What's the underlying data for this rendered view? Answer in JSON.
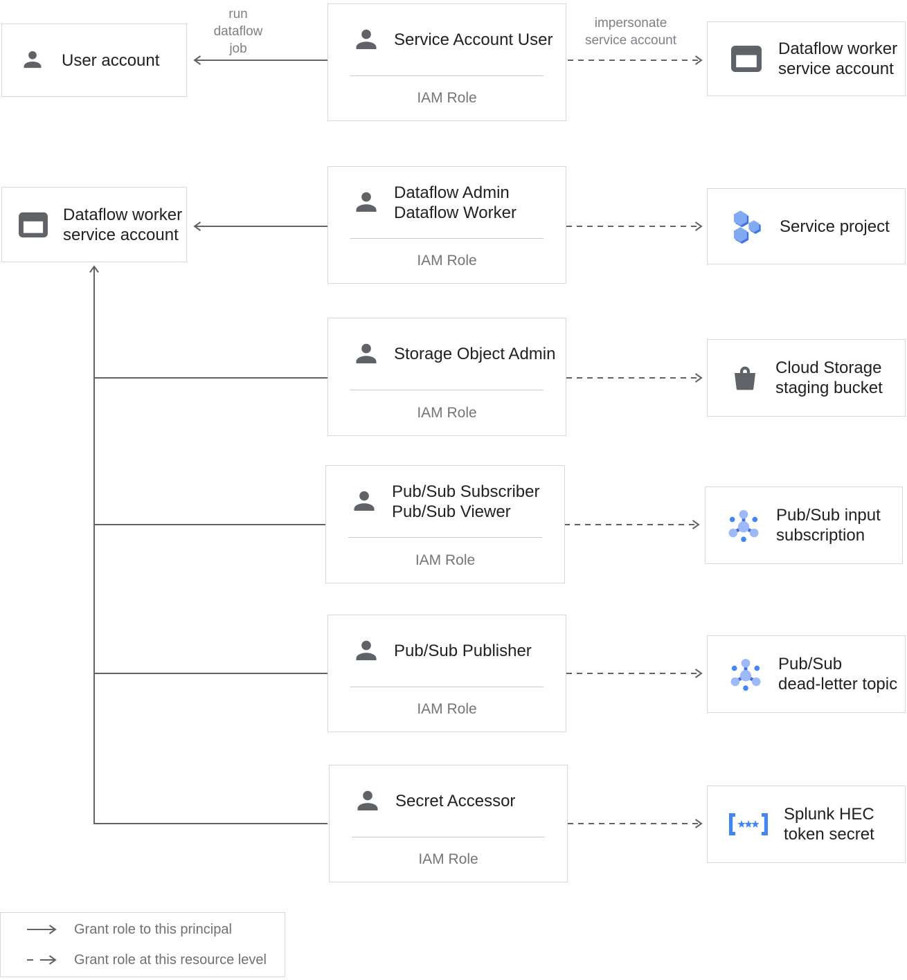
{
  "nodes": {
    "user_account": {
      "lines": [
        "User account"
      ]
    },
    "service_account_user_role": {
      "lines": [
        "Service Account User"
      ]
    },
    "dataflow_worker_sa_right": {
      "lines": [
        "Dataflow worker",
        "service account"
      ]
    },
    "dataflow_worker_sa_left": {
      "lines": [
        "Dataflow worker",
        "service account"
      ]
    },
    "dataflow_admin_role": {
      "lines": [
        "Dataflow Admin",
        "Dataflow Worker"
      ]
    },
    "service_project": {
      "lines": [
        "Service project"
      ]
    },
    "storage_object_admin_role": {
      "lines": [
        "Storage Object Admin"
      ]
    },
    "cloud_storage_bucket": {
      "lines": [
        "Cloud Storage",
        "staging bucket"
      ]
    },
    "pubsub_subscriber_role": {
      "lines": [
        "Pub/Sub Subscriber",
        "Pub/Sub Viewer"
      ]
    },
    "pubsub_input_subscription": {
      "lines": [
        "Pub/Sub input",
        "subscription"
      ]
    },
    "pubsub_publisher_role": {
      "lines": [
        "Pub/Sub Publisher"
      ]
    },
    "pubsub_dead_letter_topic": {
      "lines": [
        "Pub/Sub",
        "dead-letter topic"
      ]
    },
    "secret_accessor_role": {
      "lines": [
        "Secret Accessor"
      ]
    },
    "splunk_hec_token_secret": {
      "lines": [
        "Splunk HEC",
        "token secret"
      ]
    }
  },
  "labels": {
    "iam_role": "IAM Role",
    "run_dataflow_job": [
      "run",
      "dataflow",
      "job"
    ],
    "impersonate_service_account": [
      "impersonate",
      "service account"
    ]
  },
  "legend": {
    "solid": "Grant role to this principal",
    "dashed": "Grant role at this resource level"
  },
  "colors": {
    "line_gray": "#5f6368",
    "icon_gray": "#5f6368",
    "text_dark": "#212124",
    "text_gray": "#757575",
    "border_gray": "#d8d8d8",
    "accent_blue": "#4285f4",
    "light_blue": "#9db9f7",
    "hexagon_light": "#81aaf3",
    "hexagon_dark": "#3e74e8"
  }
}
